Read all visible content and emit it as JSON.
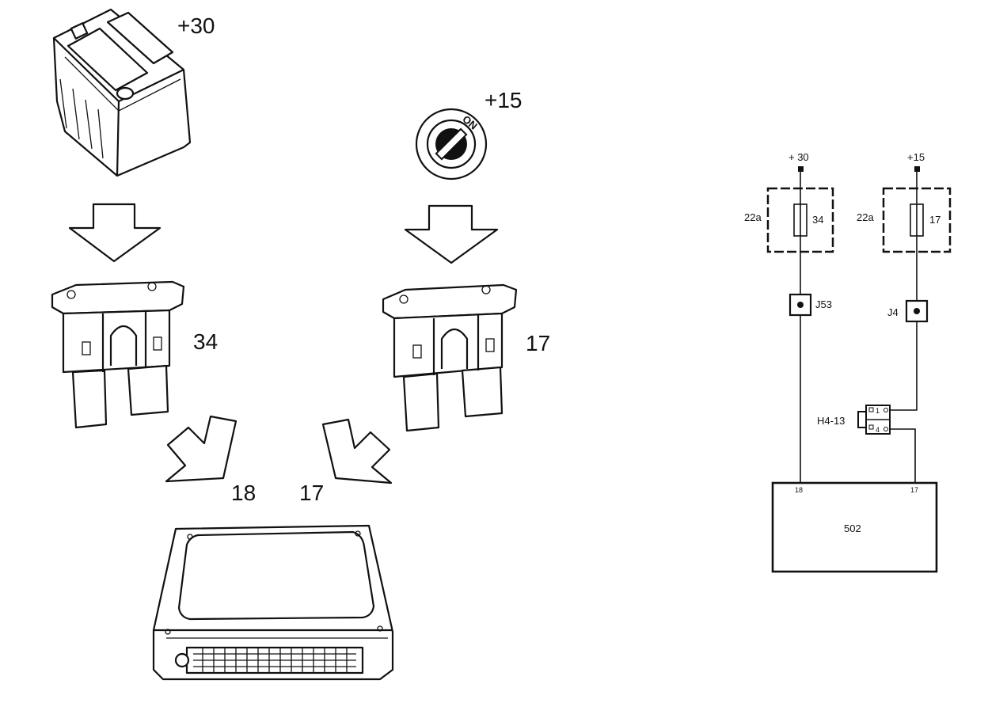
{
  "pictorial": {
    "battery_label": "+30",
    "ignition_label": "+15",
    "switch_marking": "ON",
    "fuse_left_label": "34",
    "fuse_right_label": "17",
    "ecu_pin_left": "18",
    "ecu_pin_right": "17"
  },
  "schematic": {
    "supply_left": "+ 30",
    "supply_right": "+15",
    "fusebox_left": "22a",
    "fusebox_right": "22a",
    "fuse_left": "34",
    "fuse_right": "17",
    "connector_left": "J53",
    "connector_right": "J4",
    "connector_mid": "H4-13",
    "connector_mid_pins": [
      "1",
      "4"
    ],
    "ecu_pin_left": "18",
    "ecu_pin_right": "17",
    "ecu_label": "502"
  }
}
